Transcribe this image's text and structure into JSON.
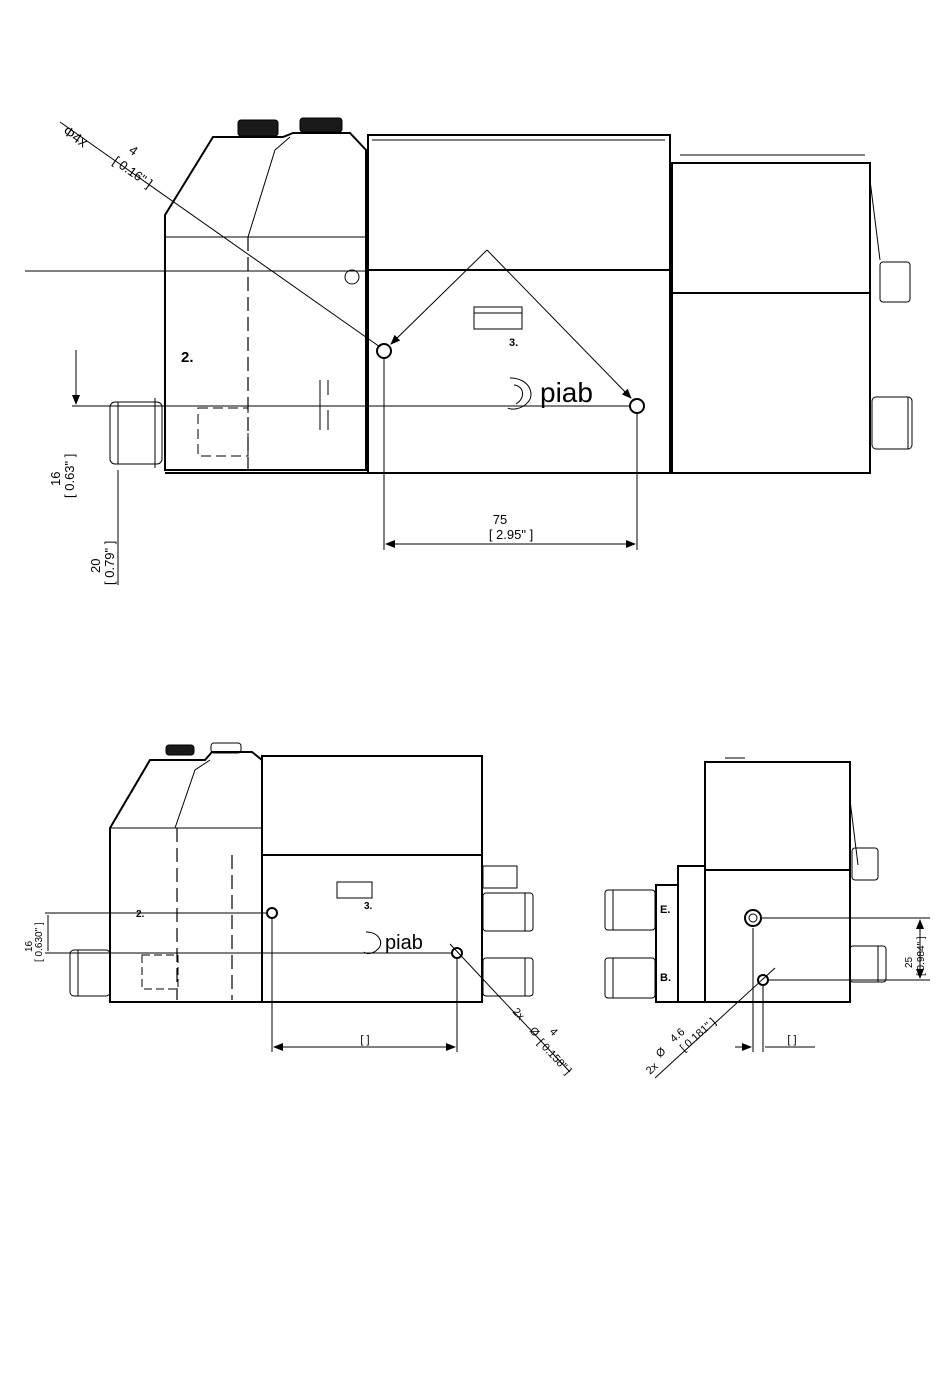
{
  "view_top": {
    "dia_label": "Φ4x",
    "dia_mm": "4",
    "dia_in": "[ 0.16\" ]",
    "label_2": "2.",
    "label_3": "3.",
    "brand": "piab",
    "h16_mm": "16",
    "h16_in": "[ 0.63\" ]",
    "h20_mm": "20",
    "h20_in": "[ 0.79\" ]",
    "w75_mm": "75",
    "w75_in": "[ 2.95\" ]"
  },
  "view_bottom_left": {
    "label_2": "2.",
    "label_3": "3.",
    "brand": "piab",
    "h16_mm": "16",
    "h16_in": "[ 0.630\" ]",
    "width_bracket": "[ ]",
    "holes": "2x",
    "dia_sym": "Ø",
    "dia_mm": "4",
    "dia_in": "[ 0.158\" ]"
  },
  "view_bottom_right": {
    "label_E": "E.",
    "label_B": "B.",
    "h25_mm": "25",
    "h25_in": "[ 0.984\" ]",
    "holes": "2x",
    "dia_sym": "Ø",
    "dia_mm": "4.6",
    "dia_in": "[ 0.181\" ]",
    "width_bracket": "[ ]"
  }
}
